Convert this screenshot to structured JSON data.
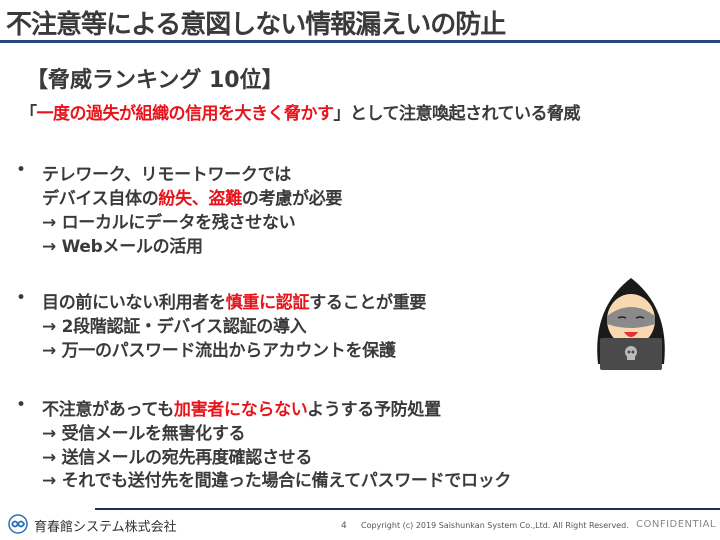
{
  "title": "不注意等による意図しない情報漏えいの防止",
  "rank": "【脅威ランキング 10位】",
  "subtitle": {
    "open": "「",
    "highlight": "一度の過失が組織の信用を大きく脅かす",
    "rest": "」として注意喚起されている脅威"
  },
  "bullets": [
    {
      "lines": [
        [
          {
            "t": "テレワーク、リモートワークでは"
          }
        ],
        [
          {
            "t": "デバイス自体の"
          },
          {
            "t": "紛失",
            "red": true
          },
          {
            "t": "、",
            "red": true
          },
          {
            "t": "盗難",
            "red": true
          },
          {
            "t": "の考慮が必要"
          }
        ],
        [
          {
            "t": "→ ローカルにデータを残させない"
          }
        ],
        [
          {
            "t": "→ Webメールの活用"
          }
        ]
      ]
    },
    {
      "lines": [
        [
          {
            "t": "目の前にいない利用者を"
          },
          {
            "t": "慎重に認証",
            "red": true
          },
          {
            "t": "することが重要"
          }
        ],
        [
          {
            "t": "→ 2段階認証・デバイス認証の導入"
          }
        ],
        [
          {
            "t": "→ 万一のパスワード流出からアカウントを保護"
          }
        ]
      ]
    },
    {
      "lines": [
        [
          {
            "t": "不注意があっても"
          },
          {
            "t": "加害者にならない",
            "red": true
          },
          {
            "t": "ようする予防処置"
          }
        ],
        [
          {
            "t": "→ 受信メールを無害化する"
          }
        ],
        [
          {
            "t": "→ 送信メールの宛先再度確認させる"
          }
        ],
        [
          {
            "t": "→ それでも送付先を間違った場合に備えてパスワードでロック"
          }
        ]
      ]
    }
  ],
  "bullet_char": "•",
  "footer": {
    "company": "育春館システム株式会社",
    "page": "4",
    "copyright": "Copyright (c) 2019 Saishunkan System Co.,Ltd. All Right Reserved.",
    "confidential": "CONFIDENTIAL"
  },
  "colors": {
    "accent": "#27487a",
    "highlight": "#e8141b"
  }
}
